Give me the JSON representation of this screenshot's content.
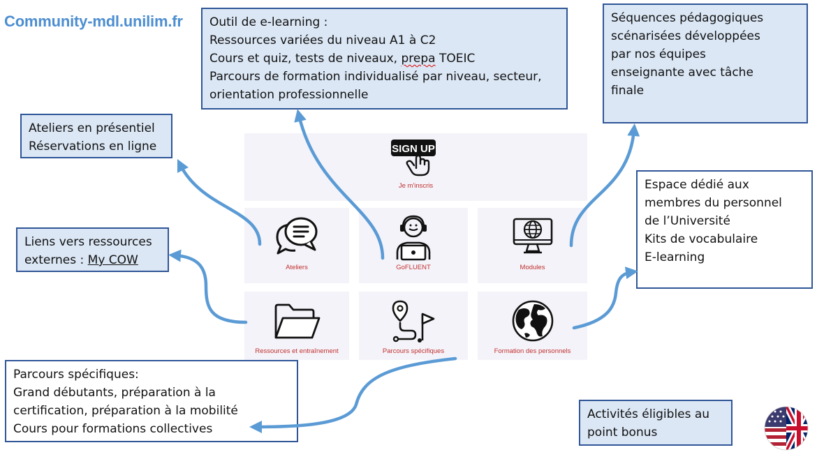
{
  "site_title": "Community-mdl.unilim.fr",
  "colors": {
    "title": "#4d8ed1",
    "callout_bg": "#dbe7f5",
    "callout_border": "#2f5597",
    "arrow": "#5b9bd5",
    "tile_bg": "#f4f3f9",
    "tile_label": "#c0302f"
  },
  "callouts": {
    "elearning": {
      "lines": [
        "Outil de e-learning :",
        "Ressources variées du niveau A1 à C2",
        "Cours et quiz, tests de niveaux, ",
        "Parcours de formation individualisé par niveau, secteur,",
        "orientation professionnelle"
      ],
      "spell_word": "prepa",
      "line3_suffix": " TOEIC"
    },
    "sequences": {
      "lines": [
        "Séquences pédagogiques",
        "scénarisées développées",
        "par nos équipes",
        "enseignante avec tâche",
        "finale"
      ]
    },
    "ateliers": {
      "lines": [
        "Ateliers en présentiel",
        "Réservations en ligne"
      ]
    },
    "liens": {
      "lines": [
        "Liens vers ressources",
        "externes : "
      ],
      "underlined": "My COW"
    },
    "personnel": {
      "lines": [
        "Espace dédié aux",
        "membres du personnel",
        "de l’Université",
        "Kits de vocabulaire",
        "E-learning"
      ]
    },
    "parcours": {
      "lines": [
        "Parcours spécifiques:",
        "Grand débutants, préparation à la",
        "certification, préparation à la mobilité",
        "Cours pour formations collectives"
      ]
    },
    "bonus": {
      "lines": [
        "Activités éligibles au",
        "point bonus"
      ]
    }
  },
  "tiles": {
    "signup": {
      "label": "Je m'inscris",
      "icon_text": "SIGN UP",
      "icon": "sign-up-icon"
    },
    "ateliers": {
      "label": "Ateliers",
      "icon": "chat-bubbles-icon"
    },
    "gofluent": {
      "label": "GoFLUENT",
      "icon": "headset-user-icon"
    },
    "modules": {
      "label": "Modules",
      "icon": "globe-monitor-icon"
    },
    "ressources": {
      "label": "Ressources et entraînement",
      "icon": "folder-icon"
    },
    "parcours": {
      "label": "Parcours spécifiques",
      "icon": "route-flag-icon"
    },
    "formation": {
      "label": "Formation des personnels",
      "icon": "world-globe-icon"
    }
  },
  "flag": {
    "icon": "us-uk-flag-icon"
  }
}
